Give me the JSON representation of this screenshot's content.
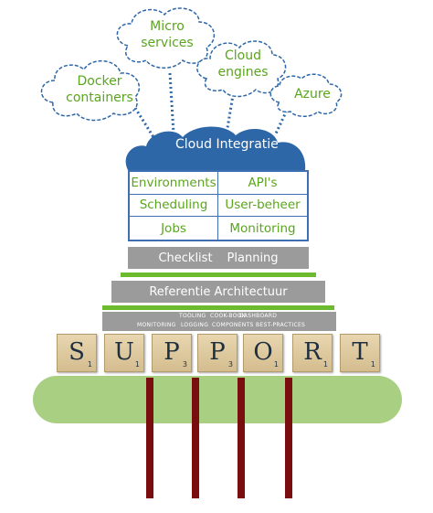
{
  "clouds": {
    "docker": "Docker containers",
    "micro": "Micro services",
    "engines": "Cloud engines",
    "azure": "Azure",
    "main": "Cloud Integratie"
  },
  "grid": {
    "cells": [
      "Environments",
      "API's",
      "Scheduling",
      "User-beheer",
      "Jobs",
      "Monitoring"
    ]
  },
  "bars": {
    "checklist": "Checklist",
    "planning": "Planning",
    "referentie": "Referentie Architectuur",
    "small_top": [
      "TOOLING",
      "COOK-BOOK",
      "DASHBOARD"
    ],
    "small_bottom": [
      "MONITORING",
      "LOGGING",
      "COMPONENTS",
      "BEST-PRACTICES"
    ]
  },
  "tiles": [
    {
      "letter": "S",
      "points": "1"
    },
    {
      "letter": "U",
      "points": "1"
    },
    {
      "letter": "P",
      "points": "3"
    },
    {
      "letter": "P",
      "points": "3"
    },
    {
      "letter": "O",
      "points": "1"
    },
    {
      "letter": "R",
      "points": "1"
    },
    {
      "letter": "T",
      "points": "1"
    }
  ],
  "colors": {
    "green_text": "#5aa51e",
    "blue_cloud": "#2e67a7",
    "grey_bar": "#9b9b9b",
    "green_base": "#a8cf82",
    "pillar": "#7a0e0e"
  }
}
